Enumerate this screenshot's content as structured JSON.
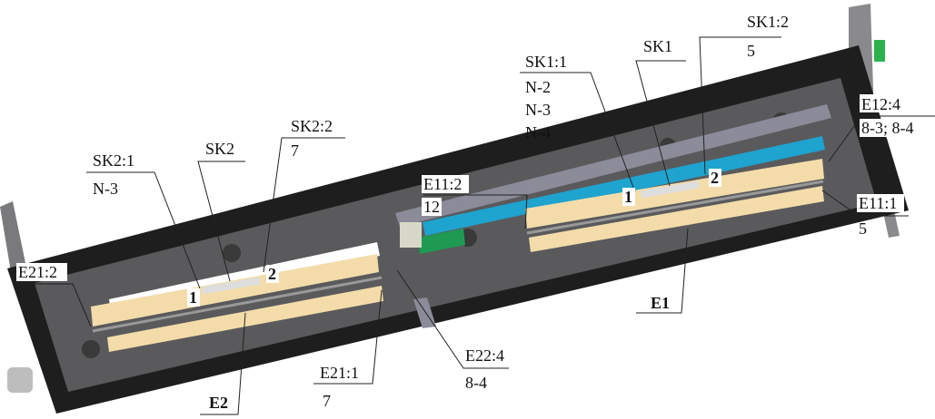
{
  "labels": {
    "sk1_2": "SK1:2",
    "sk1_2_val": "5",
    "sk1": "SK1",
    "sk1_1": "SK1:1",
    "sk1_1_vals": [
      "N-2",
      "N-3",
      "N-4"
    ],
    "e12_4": "E12:4",
    "e12_4_val": "8-3; 8-4",
    "e11_2": "E11:2",
    "e11_2_val": "12",
    "e11_1": "E11:1",
    "e11_1_val": "5",
    "e1": "E1",
    "sk2_2": "SK2:2",
    "sk2_2_val": "7",
    "sk2": "SK2",
    "sk2_1": "SK2:1",
    "sk2_1_val": "N-3",
    "e21_2": "E21:2",
    "e22_4": "E22:4",
    "e22_4_val": "8-4",
    "e21_1": "E21:1",
    "e21_1_val": "7",
    "e2": "E2",
    "pin1": "1",
    "pin2": "2"
  },
  "colors": {
    "frame": "#1e1e1e",
    "plate": "#5a5a5c",
    "panel": "#f3dcaa",
    "tube_blue": "#1fa3cf",
    "tube_green": "#1f9a52",
    "switch_green": "#2bb24c"
  }
}
